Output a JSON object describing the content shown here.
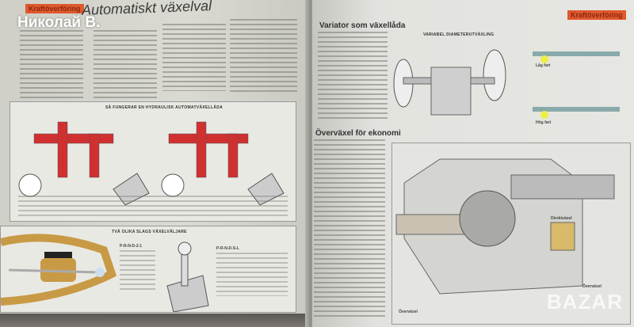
{
  "left_page": {
    "section_tag": "Kraftöverföring",
    "title": "Automatiskt växelval",
    "diagram1_caption": "SÅ FUNGERAR EN HYDRAULISK AUTOMATVÄXELLÅDA",
    "diagram2_caption": "TVÅ OLIKA SLAGS VÄXELVÄLJARE",
    "selector1_label": "P-R-N-D-2-1",
    "selector2_label": "P-R-N-D-S-L"
  },
  "right_page": {
    "section_tag": "Kraftöverföring",
    "heading_variator": "Variator som växellåda",
    "diagram_caption": "VARIABEL DIAMETERUTVÄXLING",
    "heading_overdrive": "Överväxel för ekonomi",
    "low_speed": "Låg fart",
    "high_speed": "Hög fart",
    "direct_gear": "Direktväxel",
    "overdrive": "Överväxel",
    "overdrive_caption": "Överväxel"
  },
  "overlay": {
    "username": "Николай В.",
    "watermark": "BAZAR"
  },
  "colors": {
    "tag": "#e0582e",
    "hydraulic_red": "#d03030",
    "wheel_gold": "#c89a45"
  }
}
